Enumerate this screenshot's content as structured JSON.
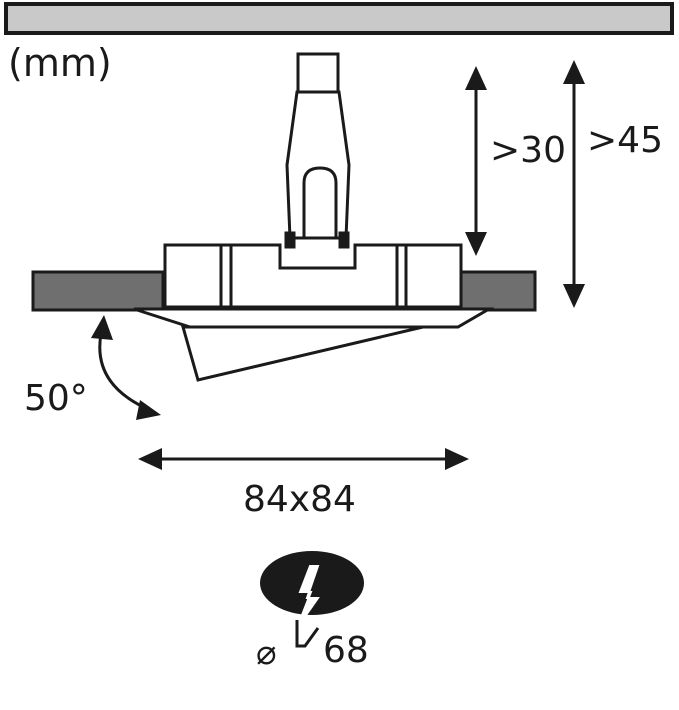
{
  "units_label": "(mm)",
  "depth_min_label": ">30",
  "depth_total_label": ">45",
  "tilt_angle_label": "50°",
  "cutout_size_label": "84x84",
  "diameter_symbol": "⌀",
  "diameter_value_label": "68",
  "colors": {
    "line": "#1a1a1a",
    "ceiling_fill": "#c9c9c9",
    "panel_fill": "#6f6f6f",
    "icon_fill": "#1a1a1a"
  },
  "icons": {
    "lightning": "lightning-bolt-icon"
  }
}
